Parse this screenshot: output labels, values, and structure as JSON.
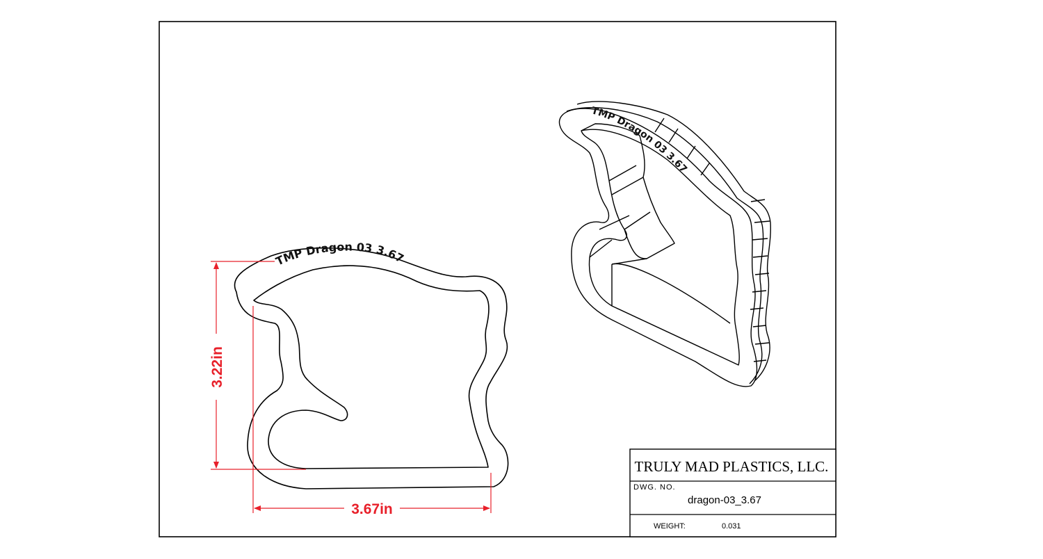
{
  "drawing": {
    "engraving_front": "TMP  Dragon 03  3.67",
    "engraving_iso": "TMP  Dragon 03  3.67"
  },
  "dimensions": {
    "width_label": "3.67in",
    "height_label": "3.22in",
    "color": "#e8202a"
  },
  "title_block": {
    "company": "TRULY MAD PLASTICS, LLC.",
    "dwg_no_label": "DWG. NO.",
    "dwg_no_value": "dragon-03_3.67",
    "weight_label": "WEIGHT:",
    "weight_value": "0.031"
  }
}
